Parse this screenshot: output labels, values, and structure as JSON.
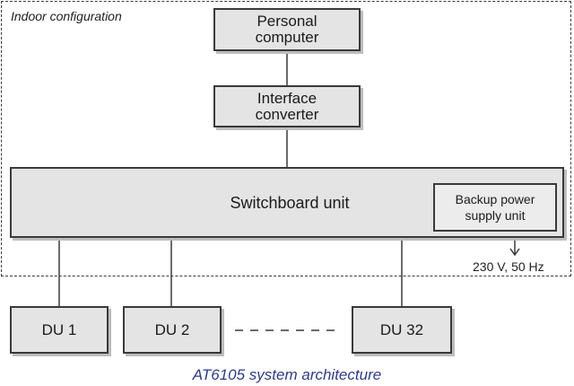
{
  "frame": {
    "label": "Indoor configuration"
  },
  "boxes": {
    "pc": [
      "Personal",
      "computer"
    ],
    "converter": [
      "Interface",
      "converter"
    ],
    "switchboard": "Switchboard unit",
    "backup": [
      "Backup power",
      "supply unit"
    ]
  },
  "power_label": "230 V, 50 Hz",
  "display_units": [
    "DU 1",
    "DU 2",
    "DU 32"
  ],
  "caption": "AT6105 system architecture",
  "colors": {
    "box_fill": "#e4e4e4",
    "border": "#3a3a3a",
    "caption": "#2d3b8c"
  }
}
